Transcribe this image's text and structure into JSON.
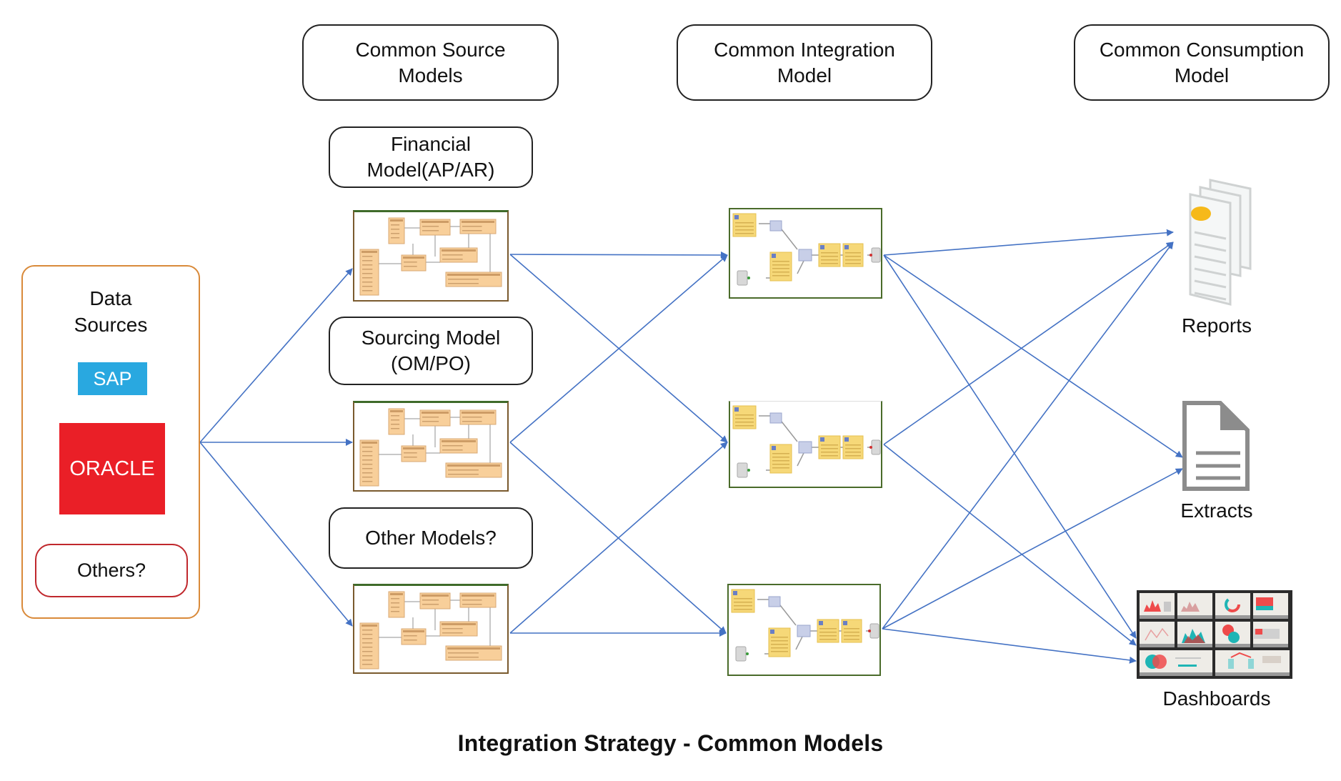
{
  "title": "Integration Strategy - Common Models",
  "headers": {
    "source": "Common Source\nModels",
    "integration": "Common Integration\nModel",
    "consumption": "Common Consumption\nModel"
  },
  "data_sources": {
    "title": "Data\nSources",
    "items": [
      {
        "label": "SAP",
        "color": "#29a8e0"
      },
      {
        "label": "ORACLE",
        "color": "#ea1f27"
      },
      {
        "label": "Others?",
        "color": "#c0282d"
      }
    ]
  },
  "source_models": [
    {
      "label": "Financial\nModel(AP/AR)",
      "thumbnail": "uml-class-diagram"
    },
    {
      "label": "Sourcing Model\n(OM/PO)",
      "thumbnail": "uml-class-diagram"
    },
    {
      "label": "Other Models?",
      "thumbnail": "uml-class-diagram"
    }
  ],
  "integration_models": [
    {
      "thumbnail": "etl-flow-diagram"
    },
    {
      "thumbnail": "etl-flow-diagram"
    },
    {
      "thumbnail": "etl-flow-diagram"
    }
  ],
  "consumption_models": [
    {
      "label": "Reports",
      "icon": "reports-icon"
    },
    {
      "label": "Extracts",
      "icon": "document-icon"
    },
    {
      "label": "Dashboards",
      "icon": "dashboard-icon"
    }
  ],
  "colors": {
    "arrow": "#4472c4",
    "data_sources_border": "#d98a3a",
    "report_dot": "#f6b91a"
  }
}
